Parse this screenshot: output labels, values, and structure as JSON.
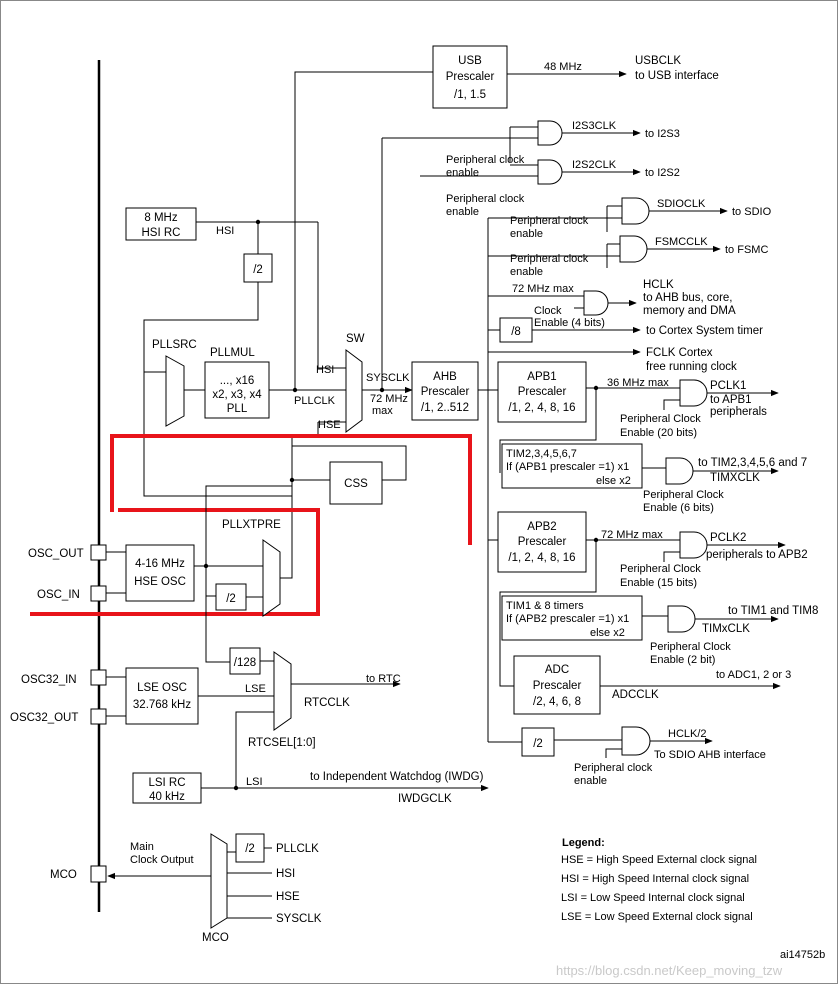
{
  "usb": {
    "line1": "USB",
    "line2": "Prescaler",
    "line3": "/1, 1.5",
    "freq": "48 MHz",
    "out1": "USBCLK",
    "out2": "to USB interface"
  },
  "i2s3": {
    "clk": "I2S3CLK",
    "to": "to I2S3"
  },
  "i2s2": {
    "clk": "I2S2CLK",
    "to": "to I2S2",
    "pe1": "Peripheral clock",
    "pe2": "enable"
  },
  "sdio": {
    "pe1": "Peripheral clock",
    "pe2": "enable",
    "pe3": "Peripheral clock",
    "pe4": "enable",
    "clk": "SDIOCLK",
    "to": "to SDIO"
  },
  "fsmc": {
    "pe1": "Peripheral clock",
    "pe2": "enable",
    "clk": "FSMCCLK",
    "to": "to FSMC"
  },
  "hsi_rc": {
    "line1": "8 MHz",
    "line2": "HSI RC",
    "label": "HSI"
  },
  "div2_hsi": {
    "label": "/2"
  },
  "hclk": {
    "max": "72 MHz max",
    "clock": "Clock",
    "enable": "Enable (4 bits)",
    "title": "HCLK",
    "line1": "to AHB bus, core,",
    "line2": "memory and DMA"
  },
  "div8": {
    "label": "/8",
    "to": "to Cortex System timer"
  },
  "fclk": {
    "line1": "FCLK Cortex",
    "line2": "free running clock"
  },
  "pllsrc": {
    "label": "PLLSRC"
  },
  "pllmul": {
    "label": "PLLMUL",
    "line1": "..., x16",
    "line2": "x2, x3, x4",
    "line3": "PLL"
  },
  "sw": {
    "label": "SW",
    "hsi": "HSI",
    "pllclk": "PLLCLK",
    "hse": "HSE",
    "sysclk": "SYSCLK",
    "max1": "72 MHz",
    "max2": "max"
  },
  "ahb": {
    "line1": "AHB",
    "line2": "Prescaler",
    "line3": "/1, 2..512"
  },
  "apb1": {
    "line1": "APB1",
    "line2": "Prescaler",
    "line3": "/1, 2, 4, 8, 16",
    "max": "36 MHz max",
    "pclk": "PCLK1",
    "to1": "to APB1",
    "to2": "peripherals",
    "pe1": "Peripheral Clock",
    "pe2": "Enable (20 bits)"
  },
  "tim2": {
    "line1": "TIM2,3,4,5,6,7",
    "line2": "If (APB1 prescaler =1) x1",
    "line3": "else  x2",
    "to": "to TIM2,3,4,5,6 and 7",
    "clk": "TIMXCLK",
    "pe1": "Peripheral Clock",
    "pe2": "Enable (6 bits)"
  },
  "css": {
    "label": "CSS"
  },
  "apb2": {
    "line1": "APB2",
    "line2": "Prescaler",
    "line3": "/1, 2, 4, 8, 16",
    "max": "72 MHz max",
    "pclk": "PCLK2",
    "to": "peripherals to APB2",
    "pe1": "Peripheral Clock",
    "pe2": "Enable (15 bits)"
  },
  "pllxtpre": {
    "label": "PLLXTPRE",
    "div": "/2"
  },
  "hse_osc": {
    "line1": "4-16 MHz",
    "line2": "HSE OSC",
    "osc_out": "OSC_OUT",
    "osc_in": "OSC_IN"
  },
  "tim1": {
    "line1": "TIM1 & 8 timers",
    "line2": "If (APB2 prescaler =1) x1",
    "line3": "else x2",
    "to": "to TIM1 and TIM8",
    "clk": "TIMxCLK",
    "pe1": "Peripheral Clock",
    "pe2": "Enable (2 bit)"
  },
  "div128": {
    "label": "/128",
    "to_rtc": "to RTC",
    "rtcclk": "RTCCLK",
    "rtcsel": "RTCSEL[1:0]"
  },
  "lse": {
    "line1": "LSE OSC",
    "line2": "32.768 kHz",
    "label": "LSE",
    "in": "OSC32_IN",
    "out": "OSC32_OUT"
  },
  "adc": {
    "to": "to ADC1, 2 or 3",
    "line1": "ADC",
    "line2": "Prescaler",
    "line3": "/2, 4, 6, 8",
    "clk": "ADCCLK"
  },
  "hclk2": {
    "div": "/2",
    "clk": "HCLK/2",
    "to": "To SDIO AHB interface",
    "pe1": "Peripheral clock",
    "pe2": "enable"
  },
  "lsi": {
    "line1": "LSI RC",
    "line2": "40 kHz",
    "label": "LSI",
    "to": "to Independent Watchdog (IWDG)",
    "clk": "IWDGCLK"
  },
  "mco": {
    "main1": "Main",
    "main2": "Clock Output",
    "div": "/2",
    "pllclk": "PLLCLK",
    "hsi": "HSI",
    "hse": "HSE",
    "sysclk": "SYSCLK",
    "pin": "MCO",
    "mux": "MCO"
  },
  "legend": {
    "title": "Legend:",
    "l1": "HSE = High Speed External clock signal",
    "l2": "HSI = High Speed Internal clock signal",
    "l3": "LSI = Low Speed Internal clock signal",
    "l4": "LSE = Low Speed External clock signal"
  },
  "figure_id": "ai14752b",
  "watermark": "https://blog.csdn.net/Keep_moving_tzw"
}
